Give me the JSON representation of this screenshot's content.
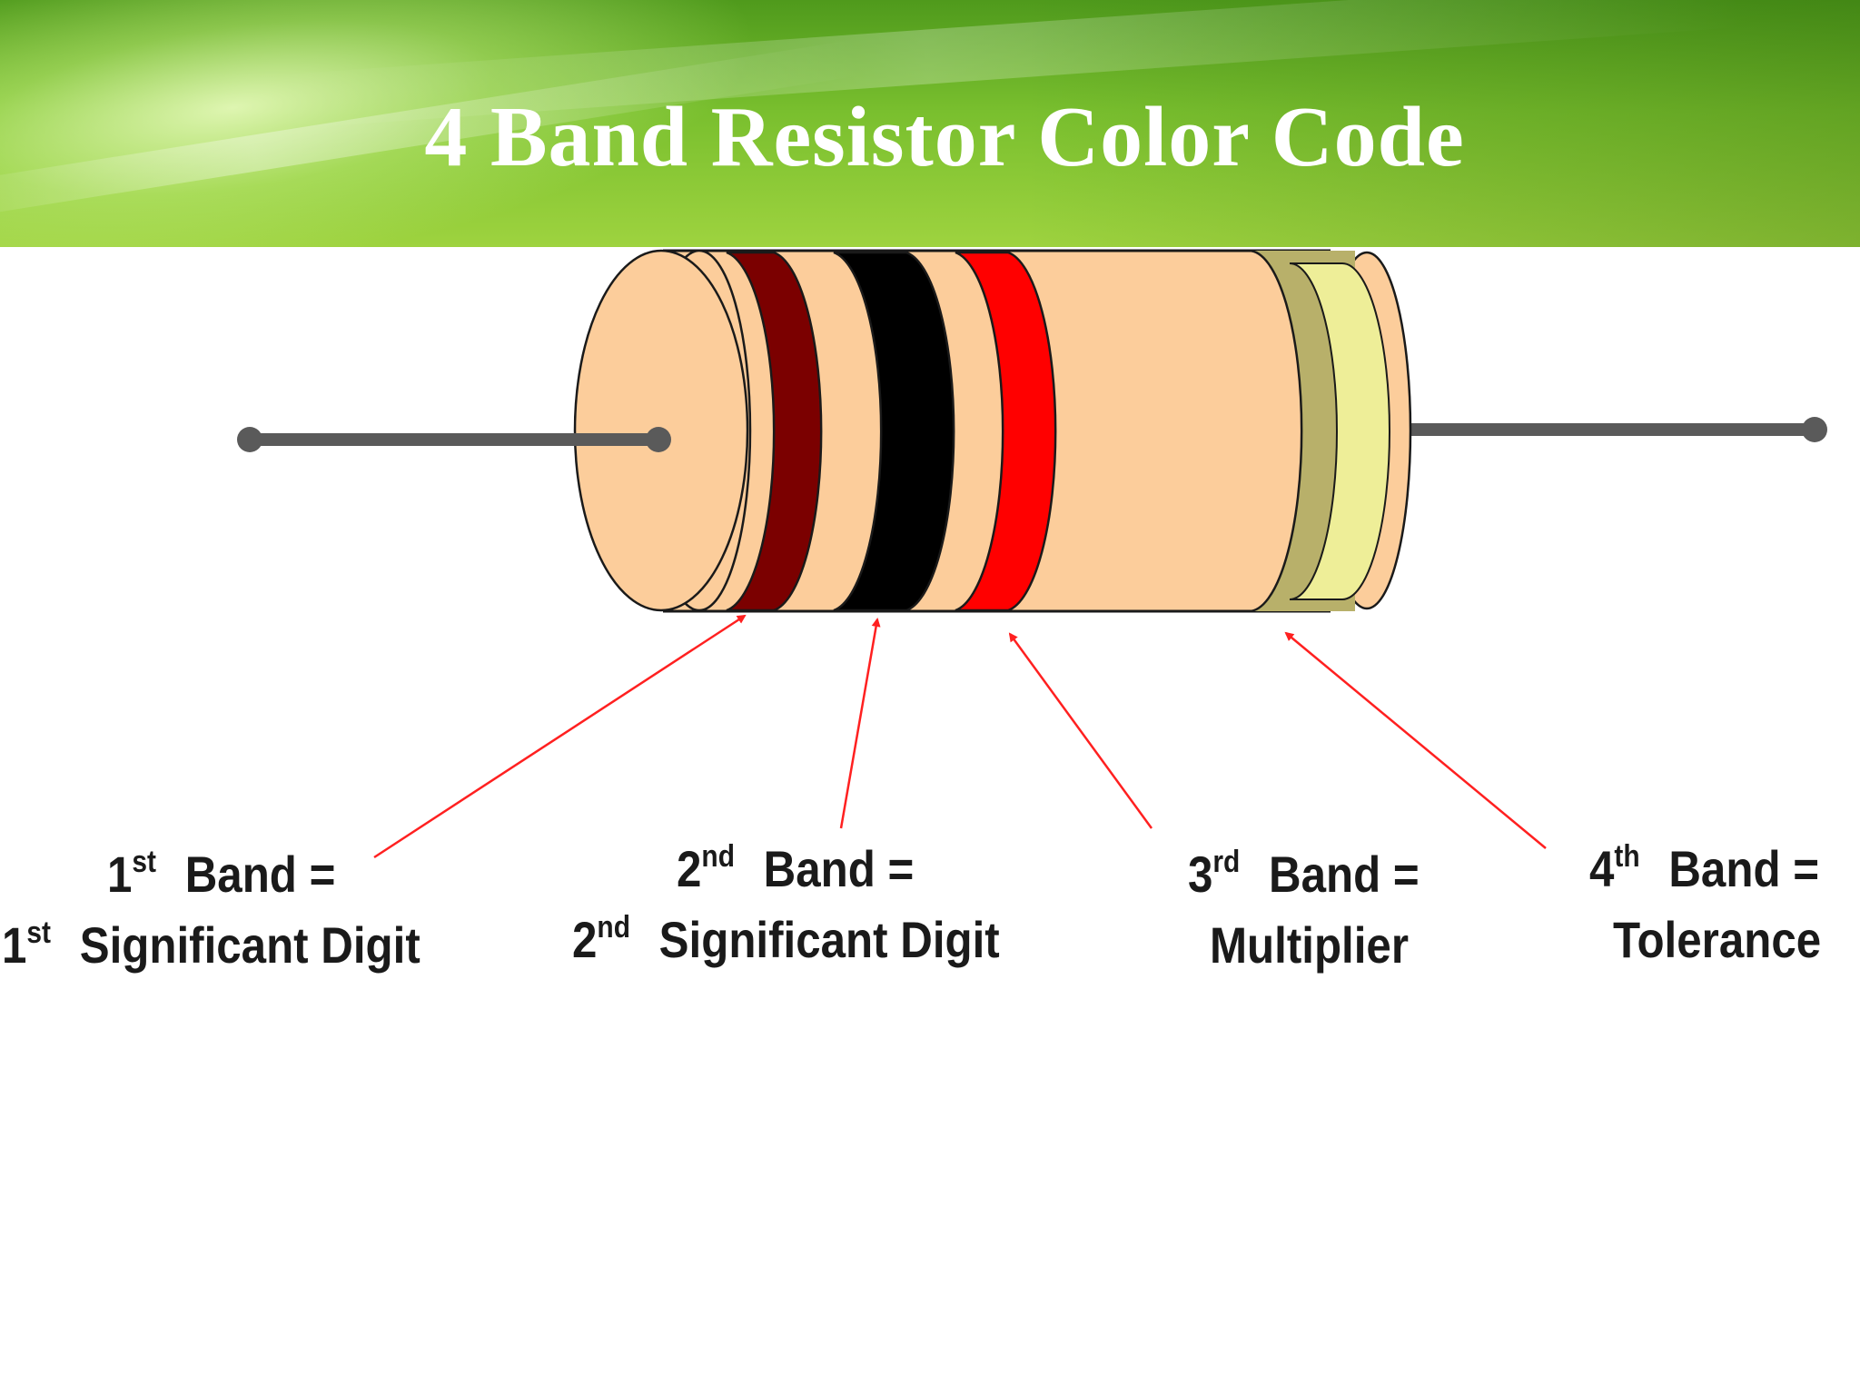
{
  "title": "4 Band Resistor Color Code",
  "colors": {
    "header_green": "#79bf2e",
    "body_color": "#fccd9b",
    "band1": "#7b0000",
    "band2": "#000000",
    "band3": "#ff0000",
    "band4": "#e8e890",
    "lead": "#5a5a5a",
    "arrow": "#ff2020"
  },
  "labels": [
    {
      "line1_num": "1",
      "line1_sup": "st",
      "line1_text": "Band =",
      "line2_num": "1",
      "line2_sup": "st",
      "line2_text": "Significant Digit"
    },
    {
      "line1_num": "2",
      "line1_sup": "nd",
      "line1_text": "Band =",
      "line2_num": "2",
      "line2_sup": "nd",
      "line2_text": "Significant Digit"
    },
    {
      "line1_num": "3",
      "line1_sup": "rd",
      "line1_text": "Band =",
      "line2_text": "Multiplier"
    },
    {
      "line1_num": "4",
      "line1_sup": "th",
      "line1_text": "Band =",
      "line2_text": "Tolerance"
    }
  ]
}
